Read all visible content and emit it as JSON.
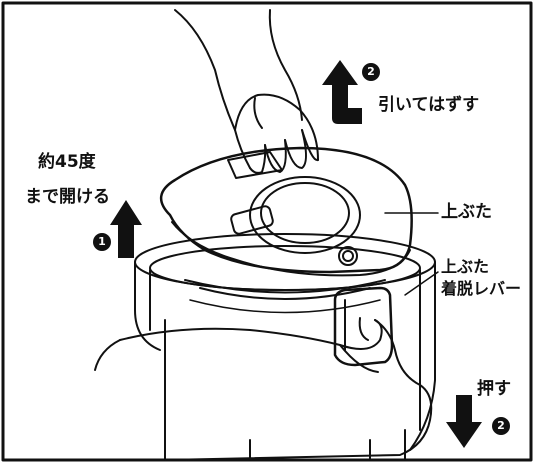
{
  "labels": {
    "pull_off": "引いてはずす",
    "open_angle_line1": "約45度",
    "open_angle_line2": "まで開ける",
    "top_lid": "上ぶた",
    "lever_line1": "上ぶた",
    "lever_line2": "着脱レバー",
    "press": "押す"
  },
  "steps": {
    "step1": "1",
    "step2": "2"
  },
  "colors": {
    "ink": "#111111",
    "paper": "#ffffff"
  }
}
